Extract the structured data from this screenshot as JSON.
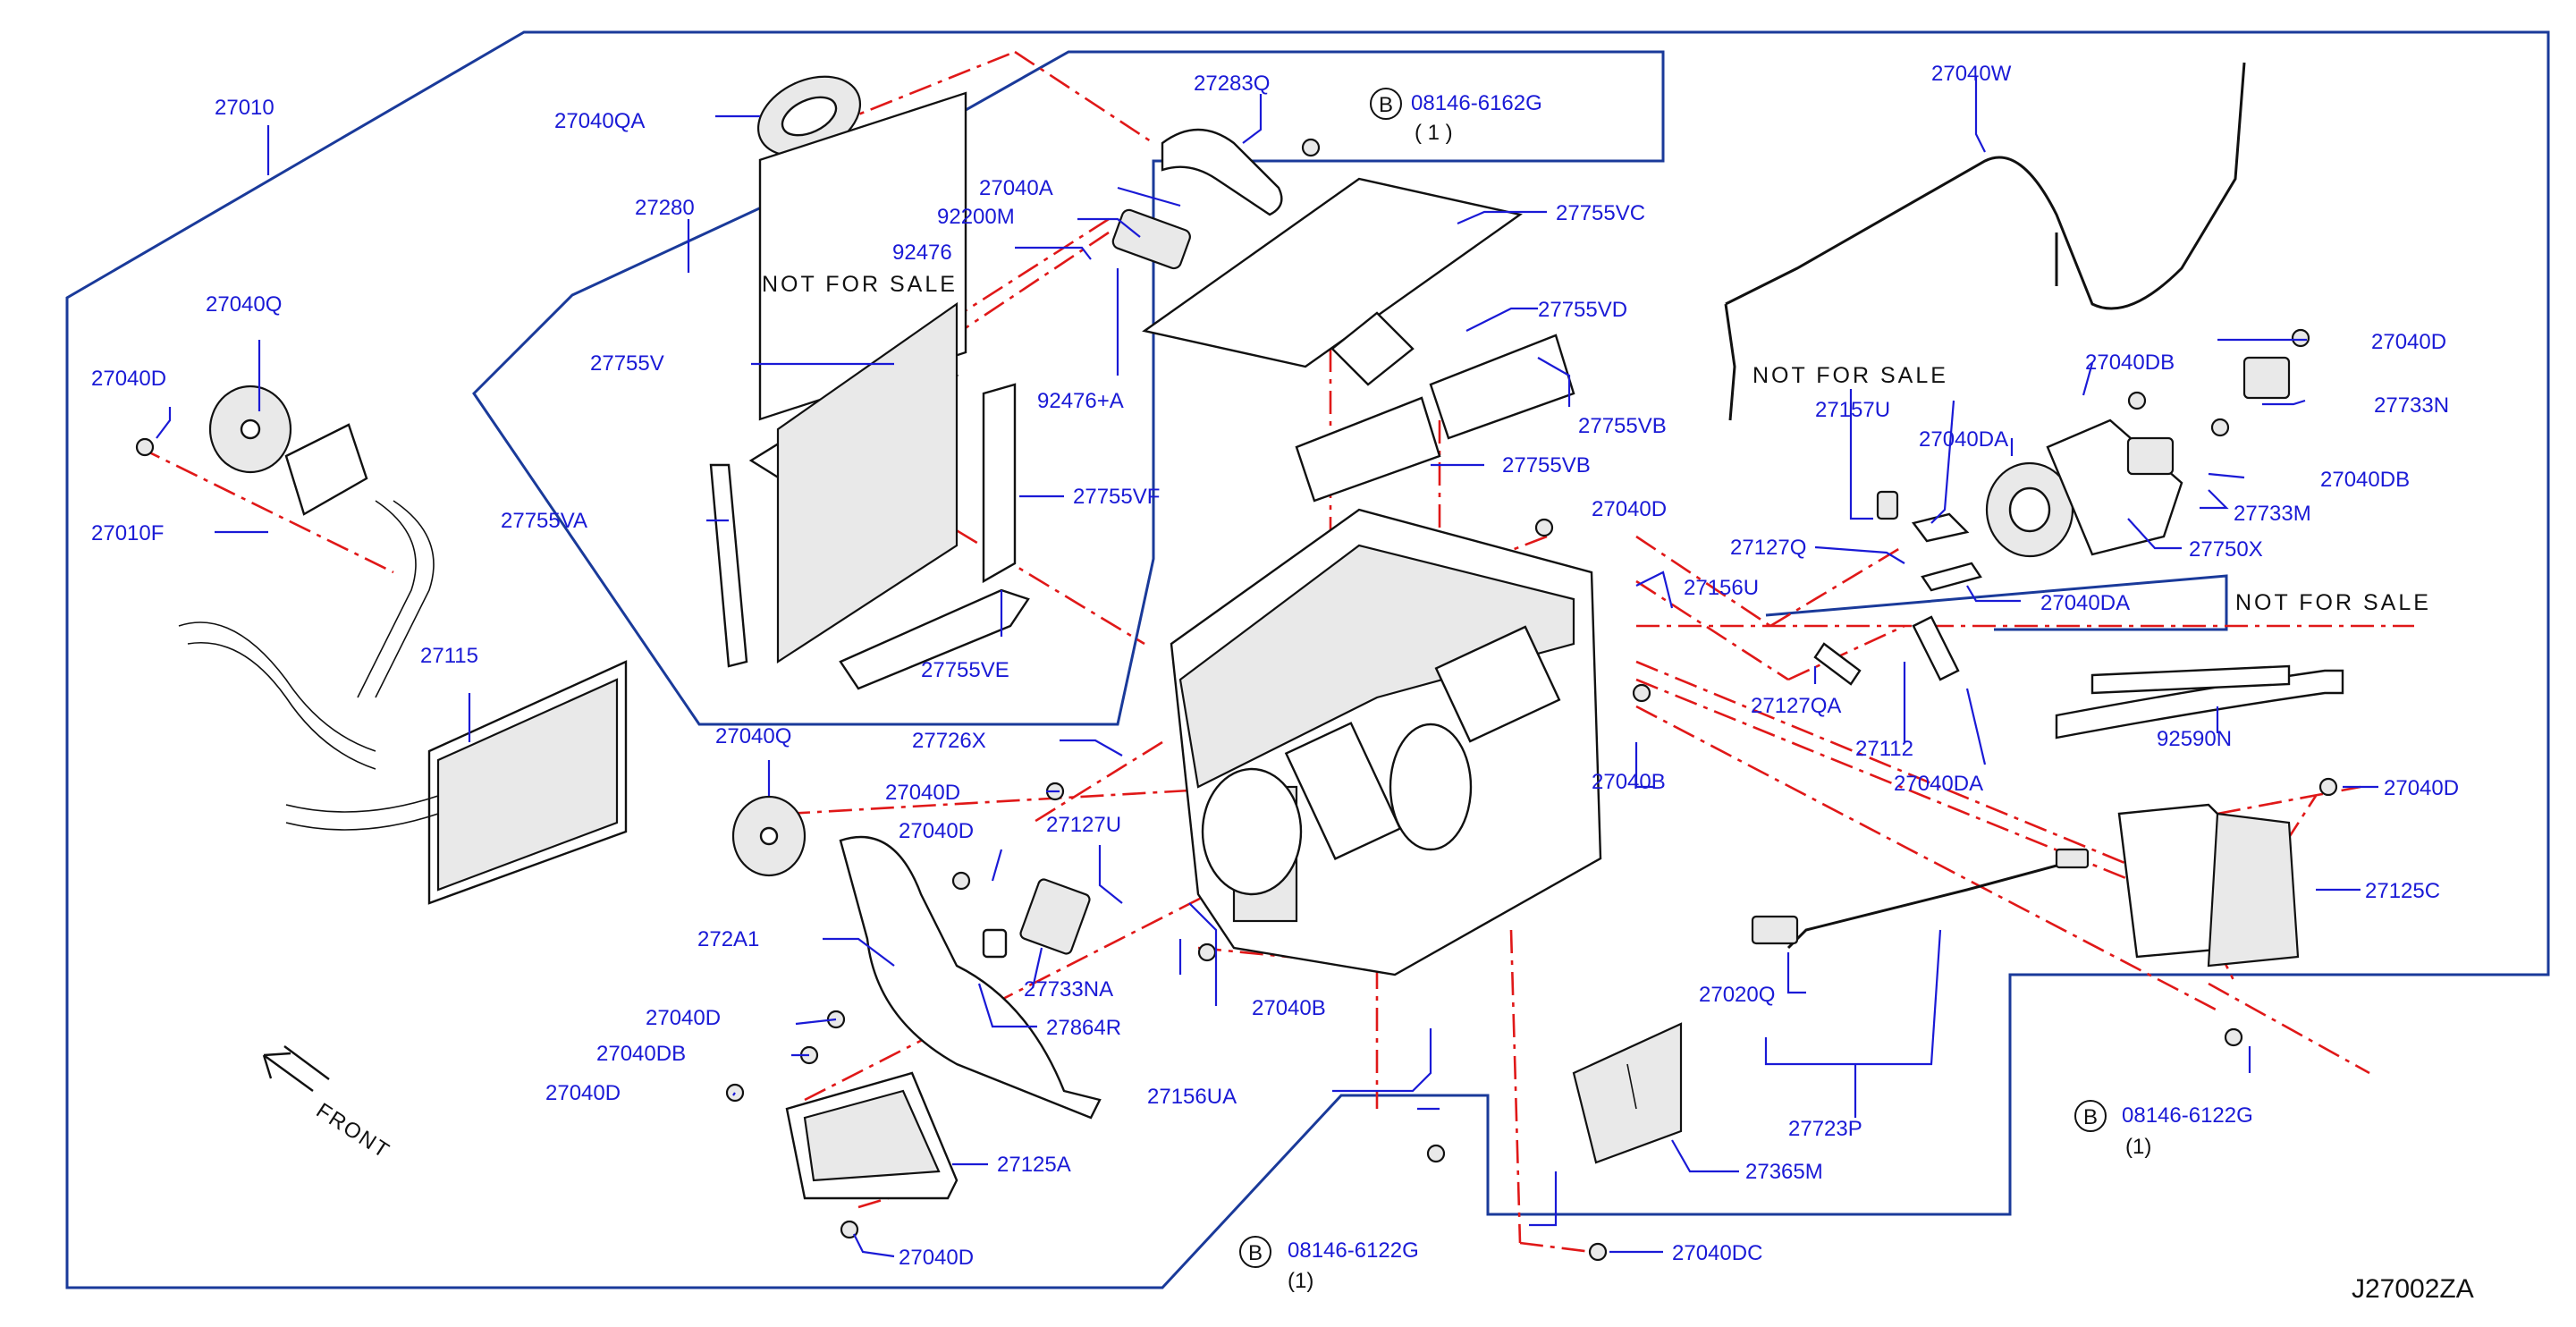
{
  "diagram_code": "J27002ZA",
  "front_label": "FRONT",
  "not_for_sale": "NOT  FOR  SALE",
  "bolt_marker": "B",
  "bolt_refs": [
    {
      "part": "08146-6162G",
      "qty": "( 1 )"
    },
    {
      "part": "08146-6122G",
      "qty": "(1)"
    },
    {
      "part": "08146-6122G",
      "qty": "(1)"
    }
  ],
  "parts": {
    "p27010": "27010",
    "p27040QA": "27040QA",
    "p27283Q": "27283Q",
    "p27040A": "27040A",
    "p92200M": "92200M",
    "p92476": "92476",
    "p92476A": "92476+A",
    "p27280": "27280",
    "p27755VC": "27755VC",
    "p27755VD": "27755VD",
    "p27755VB_1": "27755VB",
    "p27755VB_2": "27755VB",
    "p27755V": "27755V",
    "p27755VF": "27755VF",
    "p27755VA": "27755VA",
    "p27755VE": "27755VE",
    "p27040Q_top": "27040Q",
    "p27040D_left": "27040D",
    "p27010F": "27010F",
    "p27115": "27115",
    "p27040Q_mid": "27040Q",
    "p27726X": "27726X",
    "p27040D_a": "27040D",
    "p27040D_b": "27040D",
    "p27127U": "27127U",
    "p272A1": "272A1",
    "p27733NA": "27733NA",
    "p27864R": "27864R",
    "p27040D_c": "27040D",
    "p27040DB_left": "27040DB",
    "p27040D_d": "27040D",
    "p27125A": "27125A",
    "p27040D_e": "27040D",
    "p27156UA": "27156UA",
    "p27040B_low": "27040B",
    "p27040D_center": "27040D",
    "p27156U": "27156U",
    "p27040B_mid": "27040B",
    "p27040W": "27040W",
    "p27157U": "27157U",
    "p27040DA_1": "27040DA",
    "p27040DB_r1": "27040DB",
    "p27040D_r1": "27040D",
    "p27733N": "27733N",
    "p27040DB_r2": "27040DB",
    "p27733M": "27733M",
    "p27750X": "27750X",
    "p27127Q": "27127Q",
    "p27040DA_2": "27040DA",
    "p27127QA": "27127QA",
    "p27112": "27112",
    "p27040DA_3": "27040DA",
    "p92590N": "92590N",
    "p27040D_r2": "27040D",
    "p27125C": "27125C",
    "p27020Q": "27020Q",
    "p27723P": "27723P",
    "p27365M": "27365M",
    "p27040DC": "27040DC"
  }
}
